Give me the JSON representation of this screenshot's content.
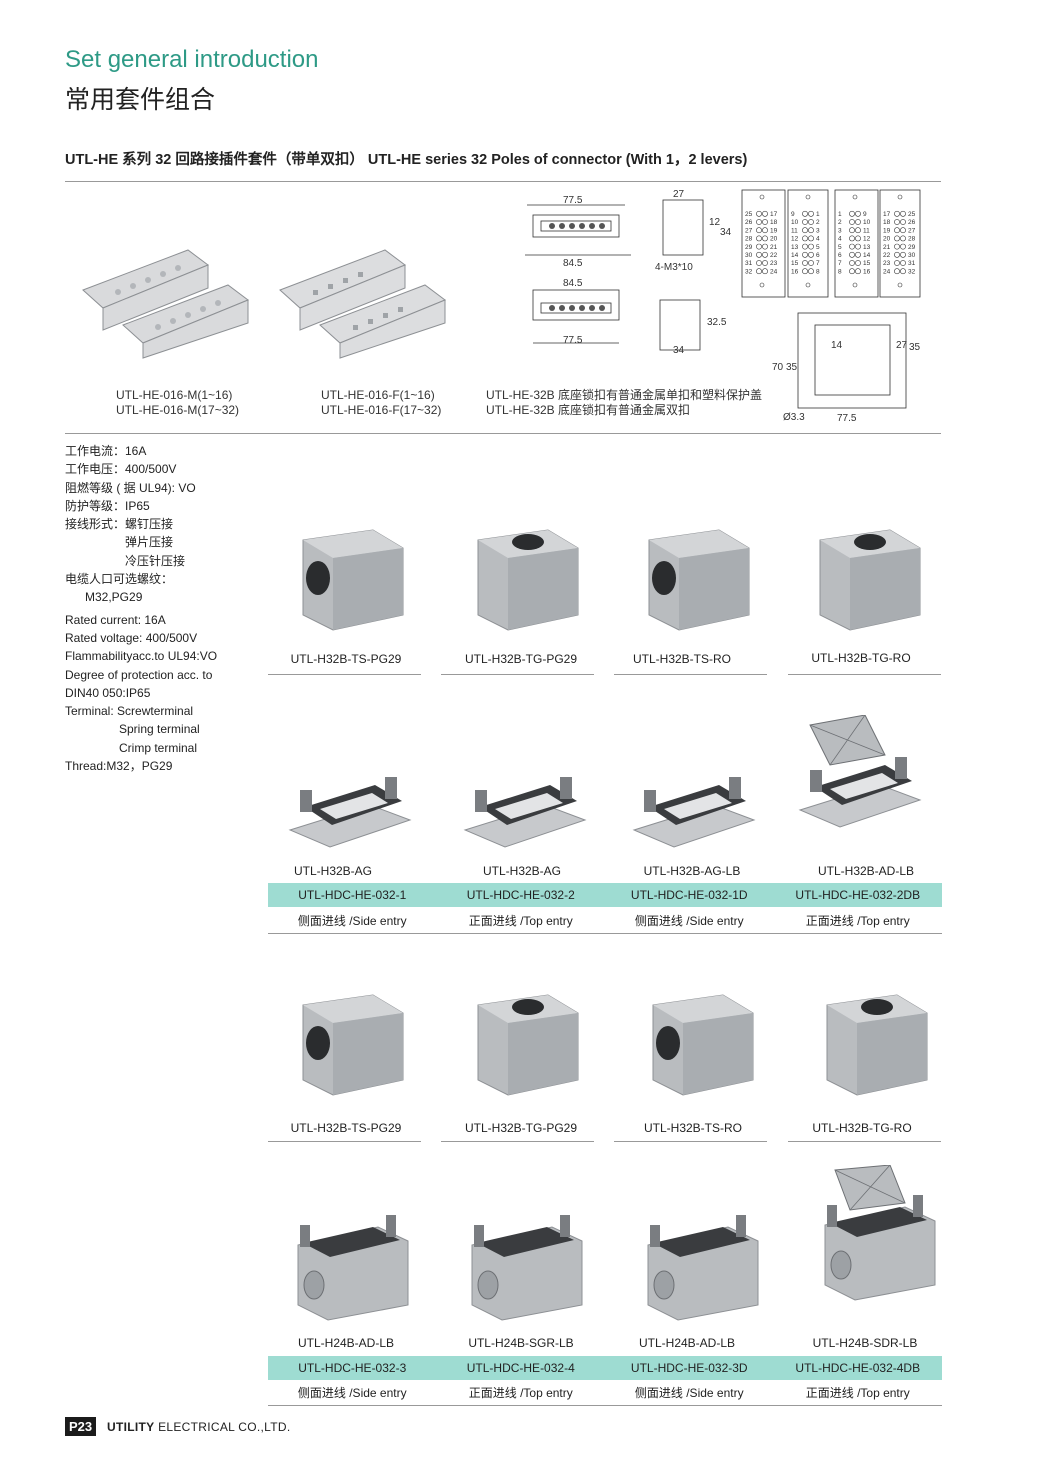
{
  "header": {
    "title_en": "Set general introduction",
    "title_cn": "常用套件组合",
    "subtitle": "UTL-HE 系列 32 回路接插件套件（带单双扣） UTL-HE series 32 Poles of connector (With 1，2 levers)"
  },
  "top_products": [
    {
      "line1": "UTL-HE-016-M(1~16)",
      "line2": "UTL-HE-016-M(17~32)"
    },
    {
      "line1": "UTL-HE-016-F(1~16)",
      "line2": "UTL-HE-016-F(17~32)"
    },
    {
      "line1": "UTL-HE-32B 底座锁扣有普通金属单扣和塑料保护盖",
      "line2": "UTL-HE-32B 底座锁扣有普通金属双扣"
    }
  ],
  "drawing": {
    "d1": "77.5",
    "d2": "84.5",
    "d3": "84.5",
    "d4": "77.5",
    "d5": "27",
    "d6": "12",
    "d7": "34",
    "d8": "4-M3*10",
    "d9": "32.5",
    "d10": "34",
    "d11": "70",
    "d12": "35",
    "d13": "14",
    "d14": "27",
    "d15": "35",
    "d16": "Ø3.3",
    "d17": "77.5",
    "pin_grid": [
      [
        "25",
        "17"
      ],
      [
        "26",
        "18"
      ],
      [
        "27",
        "19"
      ],
      [
        "28",
        "20"
      ],
      [
        "29",
        "21"
      ],
      [
        "30",
        "22"
      ],
      [
        "31",
        "23"
      ],
      [
        "32",
        "24"
      ]
    ],
    "pin_grid2": [
      [
        "9",
        "1"
      ],
      [
        "10",
        "2"
      ],
      [
        "11",
        "3"
      ],
      [
        "12",
        "4"
      ],
      [
        "13",
        "5"
      ],
      [
        "14",
        "6"
      ],
      [
        "15",
        "7"
      ],
      [
        "16",
        "8"
      ]
    ],
    "pin_grid3": [
      [
        "1",
        "9"
      ],
      [
        "2",
        "10"
      ],
      [
        "3",
        "11"
      ],
      [
        "4",
        "12"
      ],
      [
        "5",
        "13"
      ],
      [
        "6",
        "14"
      ],
      [
        "7",
        "15"
      ],
      [
        "8",
        "16"
      ]
    ],
    "pin_grid4": [
      [
        "17",
        "25"
      ],
      [
        "18",
        "26"
      ],
      [
        "19",
        "27"
      ],
      [
        "20",
        "28"
      ],
      [
        "21",
        "29"
      ],
      [
        "22",
        "30"
      ],
      [
        "23",
        "31"
      ],
      [
        "24",
        "32"
      ]
    ]
  },
  "specs": [
    "工作电流：16A",
    "工作电压：400/500V",
    "阻燃等级 ( 据 UL94): VO",
    "防护等级：IP65",
    "接线形式：螺钉压接",
    "弹片压接",
    "冷压针压接",
    "电缆人口可选螺纹：",
    "M32,PG29",
    "Rated current: 16A",
    "Rated voltage: 400/500V",
    "Flammabilityacc.to UL94:VO",
    "Degree of protection acc. to",
    "DIN40 050:IP65",
    "Terminal: Screwterminal",
    "Spring terminal",
    "Crimp terminal",
    "Thread:M32，PG29"
  ],
  "row1_hoods": [
    "UTL-H32B-TS-PG29",
    "UTL-H32B-TG-PG29",
    "UTL-H32B-TS-RO",
    "UTL-H32B-TG-RO"
  ],
  "row1_housings": [
    "UTL-H32B-AG",
    "UTL-H32B-AG",
    "UTL-H32B-AG-LB",
    "UTL-H32B-AD-LB"
  ],
  "row1_sets": [
    "UTL-HDC-HE-032-1",
    "UTL-HDC-HE-032-2",
    "UTL-HDC-HE-032-1D",
    "UTL-HDC-HE-032-2DB"
  ],
  "row1_entry": [
    "侧面进线 /Side entry",
    "正面进线 /Top entry",
    "侧面进线 /Side entry",
    "正面进线 /Top entry"
  ],
  "row2_hoods": [
    "UTL-H32B-TS-PG29",
    "UTL-H32B-TG-PG29",
    "UTL-H32B-TS-RO",
    "UTL-H32B-TG-RO"
  ],
  "row2_housings": [
    "UTL-H24B-AD-LB",
    "UTL-H24B-SGR-LB",
    "UTL-H24B-AD-LB",
    "UTL-H24B-SDR-LB"
  ],
  "row2_sets": [
    "UTL-HDC-HE-032-3",
    "UTL-HDC-HE-032-4",
    "UTL-HDC-HE-032-3D",
    "UTL-HDC-HE-032-4DB"
  ],
  "row2_entry": [
    "侧面进线 /Side entry",
    "正面进线 /Top entry",
    "侧面进线 /Side entry",
    "正面进线 /Top entry"
  ],
  "footer": {
    "page": "P23",
    "company_bold": "UTILITY",
    "company_rest": " ELECTRICAL CO.,LTD."
  },
  "colors": {
    "accent_green": "#2e9a86",
    "table_teal": "#9edcd2",
    "product_grey": "#b9bcbf"
  }
}
